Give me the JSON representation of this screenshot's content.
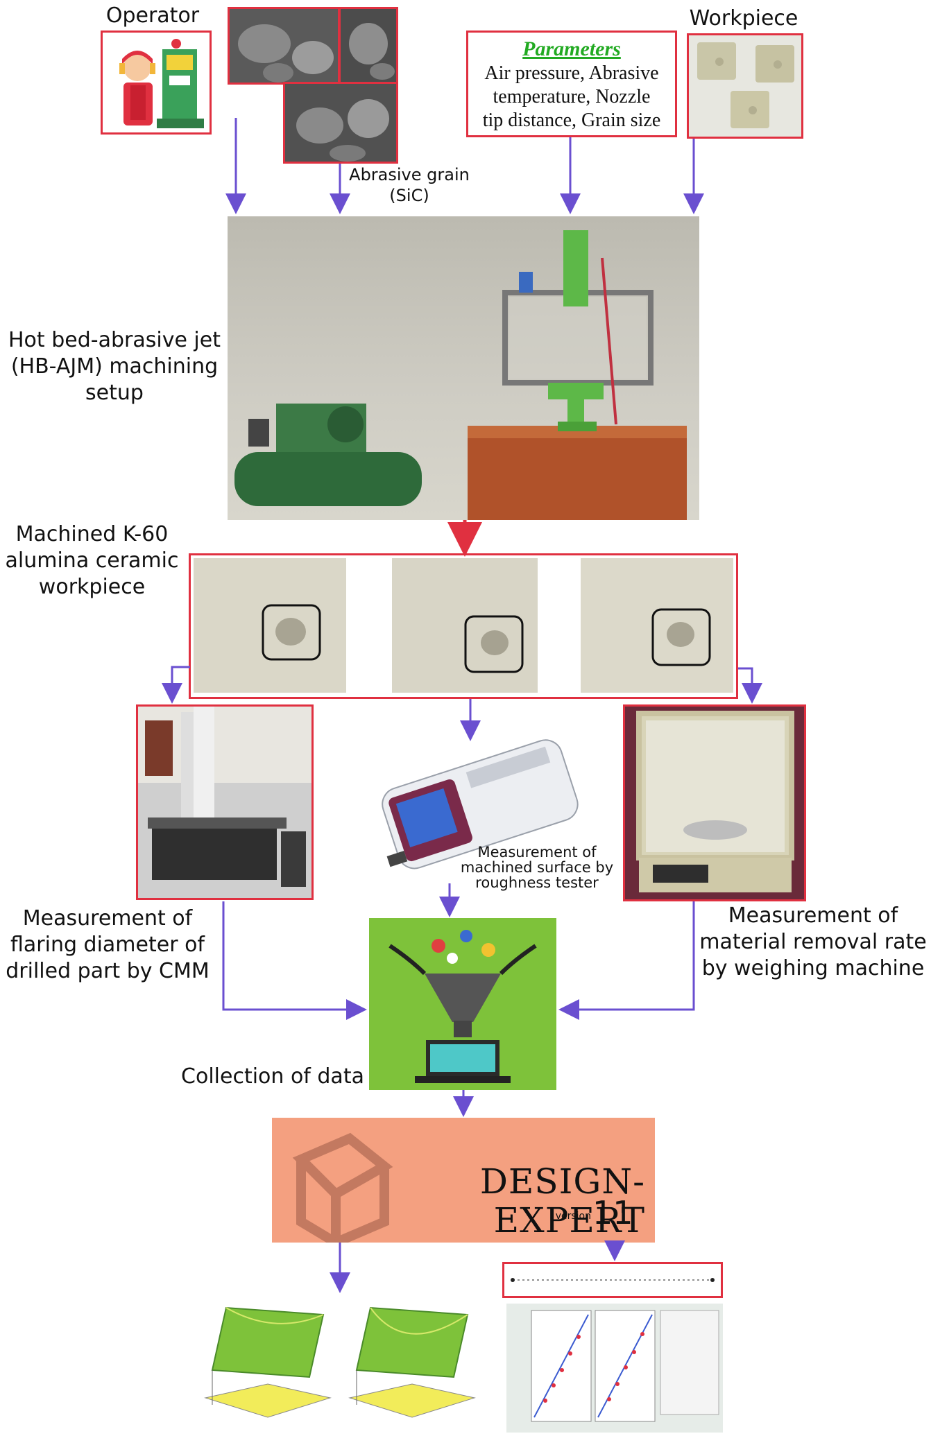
{
  "nodes": {
    "operator": "Operator",
    "workpiece": "Workpiece",
    "abrasive_grain_line1": "Abrasive grain",
    "abrasive_grain_line2": "(SiC)",
    "parameters_title": "Parameters",
    "parameters_line1": "Air pressure, Abrasive",
    "parameters_line2": "temperature, Nozzle",
    "parameters_line3": "tip distance, Grain size",
    "setup_line1": "Hot bed-abrasive jet",
    "setup_line2": "(HB-AJM) machining",
    "setup_line3": "setup",
    "machined_line1": "Machined K-60",
    "machined_line2": "alumina ceramic",
    "machined_line3": "workpiece",
    "roughness_line1": "Measurement of",
    "roughness_line2": "machined surface by",
    "roughness_line3": "roughness tester",
    "cmm_line1": "Measurement of",
    "cmm_line2": "flaring diameter of",
    "cmm_line3": "drilled part by CMM",
    "mrr_line1": "Measurement of",
    "mrr_line2": "material removal rate",
    "mrr_line3": "by weighing machine",
    "collection": "Collection of data",
    "de_brand": "DESIGN-EXPERT",
    "de_version_word": "version",
    "de_version_num": "11"
  },
  "colors": {
    "arrow": "#6a4fd0",
    "box_border": "#e03040",
    "design_expert_bg": "#f4a080",
    "data_panel_bg": "#7ec23a"
  }
}
